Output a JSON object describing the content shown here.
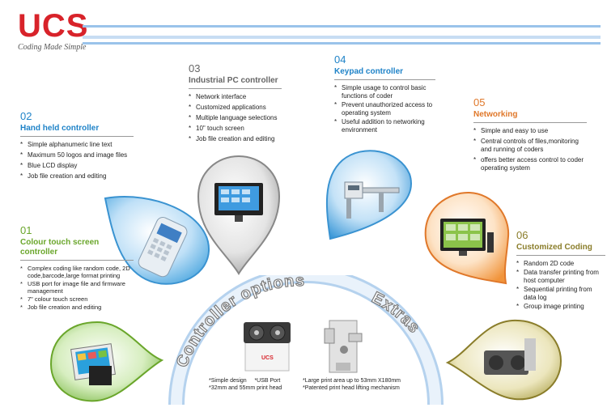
{
  "logo": {
    "name": "UCS",
    "tagline": "Coding Made Simple"
  },
  "sections": {
    "s01": {
      "number": "01",
      "title": "Colour touch screen controller",
      "bullets": [
        "Complex coding  like random code, 2D code,barcode,large format printing",
        "USB port for image file and firmware management",
        "7\" colour touch screen",
        "Job file creation and editing"
      ]
    },
    "s02": {
      "number": "02",
      "title": "Hand held controller",
      "bullets": [
        "Simple alphanumeric  line text",
        "Maximum 50 logos and image files",
        "Blue LCD display",
        "Job file creation and editing"
      ]
    },
    "s03": {
      "number": "03",
      "title": "Industrial PC controller",
      "bullets": [
        "Network interface",
        "Customized applications",
        "Multiple language selections",
        "10\" touch screen",
        "Job file creation and editing"
      ]
    },
    "s04": {
      "number": "04",
      "title": "Keypad controller",
      "bullets": [
        "Simple usage to control basic functions of coder",
        "Prevent unauthorized access to operating system",
        "Useful addition to networking environment"
      ]
    },
    "s05": {
      "number": "05",
      "title": "Networking",
      "bullets": [
        "Simple and easy to use",
        "Central controls of files,monitoring and running of coders",
        "offers better access control to coder operating system"
      ]
    },
    "s06": {
      "number": "06",
      "title": "Customized Coding",
      "bullets": [
        "Random 2D code",
        "Data transfer  printing from host computer",
        "Sequential printing from data log",
        "Group image printing"
      ]
    }
  },
  "arc": {
    "controller_options": "Controller options",
    "extras": "Extras",
    "left_features": [
      "Simple design",
      "USB Port",
      "32mm and 55mm print head"
    ],
    "right_features": [
      "Large print area up to 53mm X180mm",
      "Patented print head lifting mechanism"
    ],
    "device_label": "UCS"
  },
  "colors": {
    "brand_red": "#d8232a",
    "blue": "#1f83c8",
    "green": "#6aa62b",
    "orange": "#e0782a",
    "olive": "#8a7d2a"
  }
}
